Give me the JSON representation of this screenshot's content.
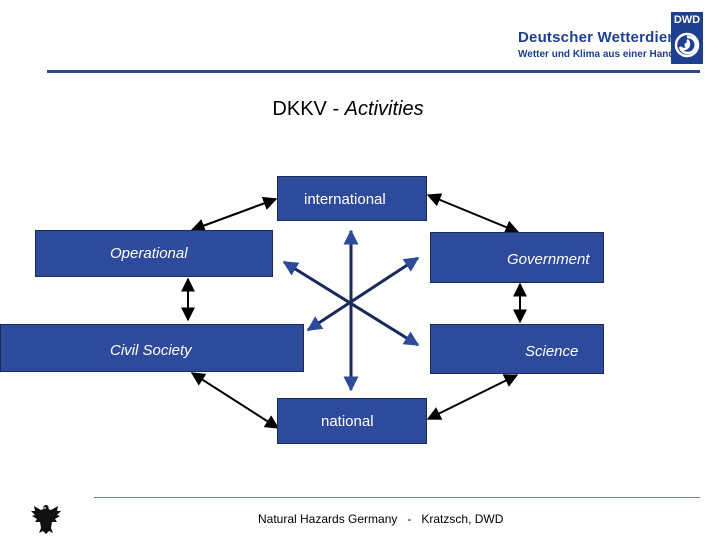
{
  "header": {
    "logo_title": "Deutscher Wetterdienst",
    "logo_subtitle": "Wetter und Klima aus einer Hand",
    "logo_abbr": "DWD",
    "brand_color": "#1f3f8f"
  },
  "title": {
    "main": "DKKV - ",
    "emphasis": "Activities"
  },
  "diagram": {
    "nodes": {
      "international": "international",
      "operational": "Operational",
      "government": "Government",
      "civil_society": "Civil Society",
      "science": "Science",
      "national": "national"
    },
    "box_color": "#2e4a9a"
  },
  "footer": {
    "text": "Natural Hazards Germany   -   Kratzsch, DWD",
    "emblem": "federal-eagle-icon"
  }
}
